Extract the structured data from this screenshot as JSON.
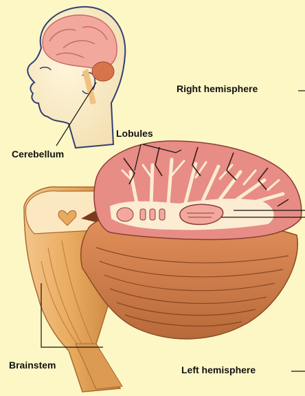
{
  "labels": {
    "right_hemisphere": "Right hemisphere",
    "lobules": "Lobules",
    "cerebellum": "Cerebellum",
    "brainstem": "Brainstem",
    "left_hemisphere": "Left hemisphere"
  },
  "colors": {
    "background": "#fdf7c6",
    "cortex_pink": "#e88c86",
    "white_matter": "#fbecd2",
    "brainstem_tan": "#e8aa5e",
    "head_outline": "#2f3f73",
    "cerebellum_highlight": "#d7744c",
    "leader_line": "#111111"
  }
}
